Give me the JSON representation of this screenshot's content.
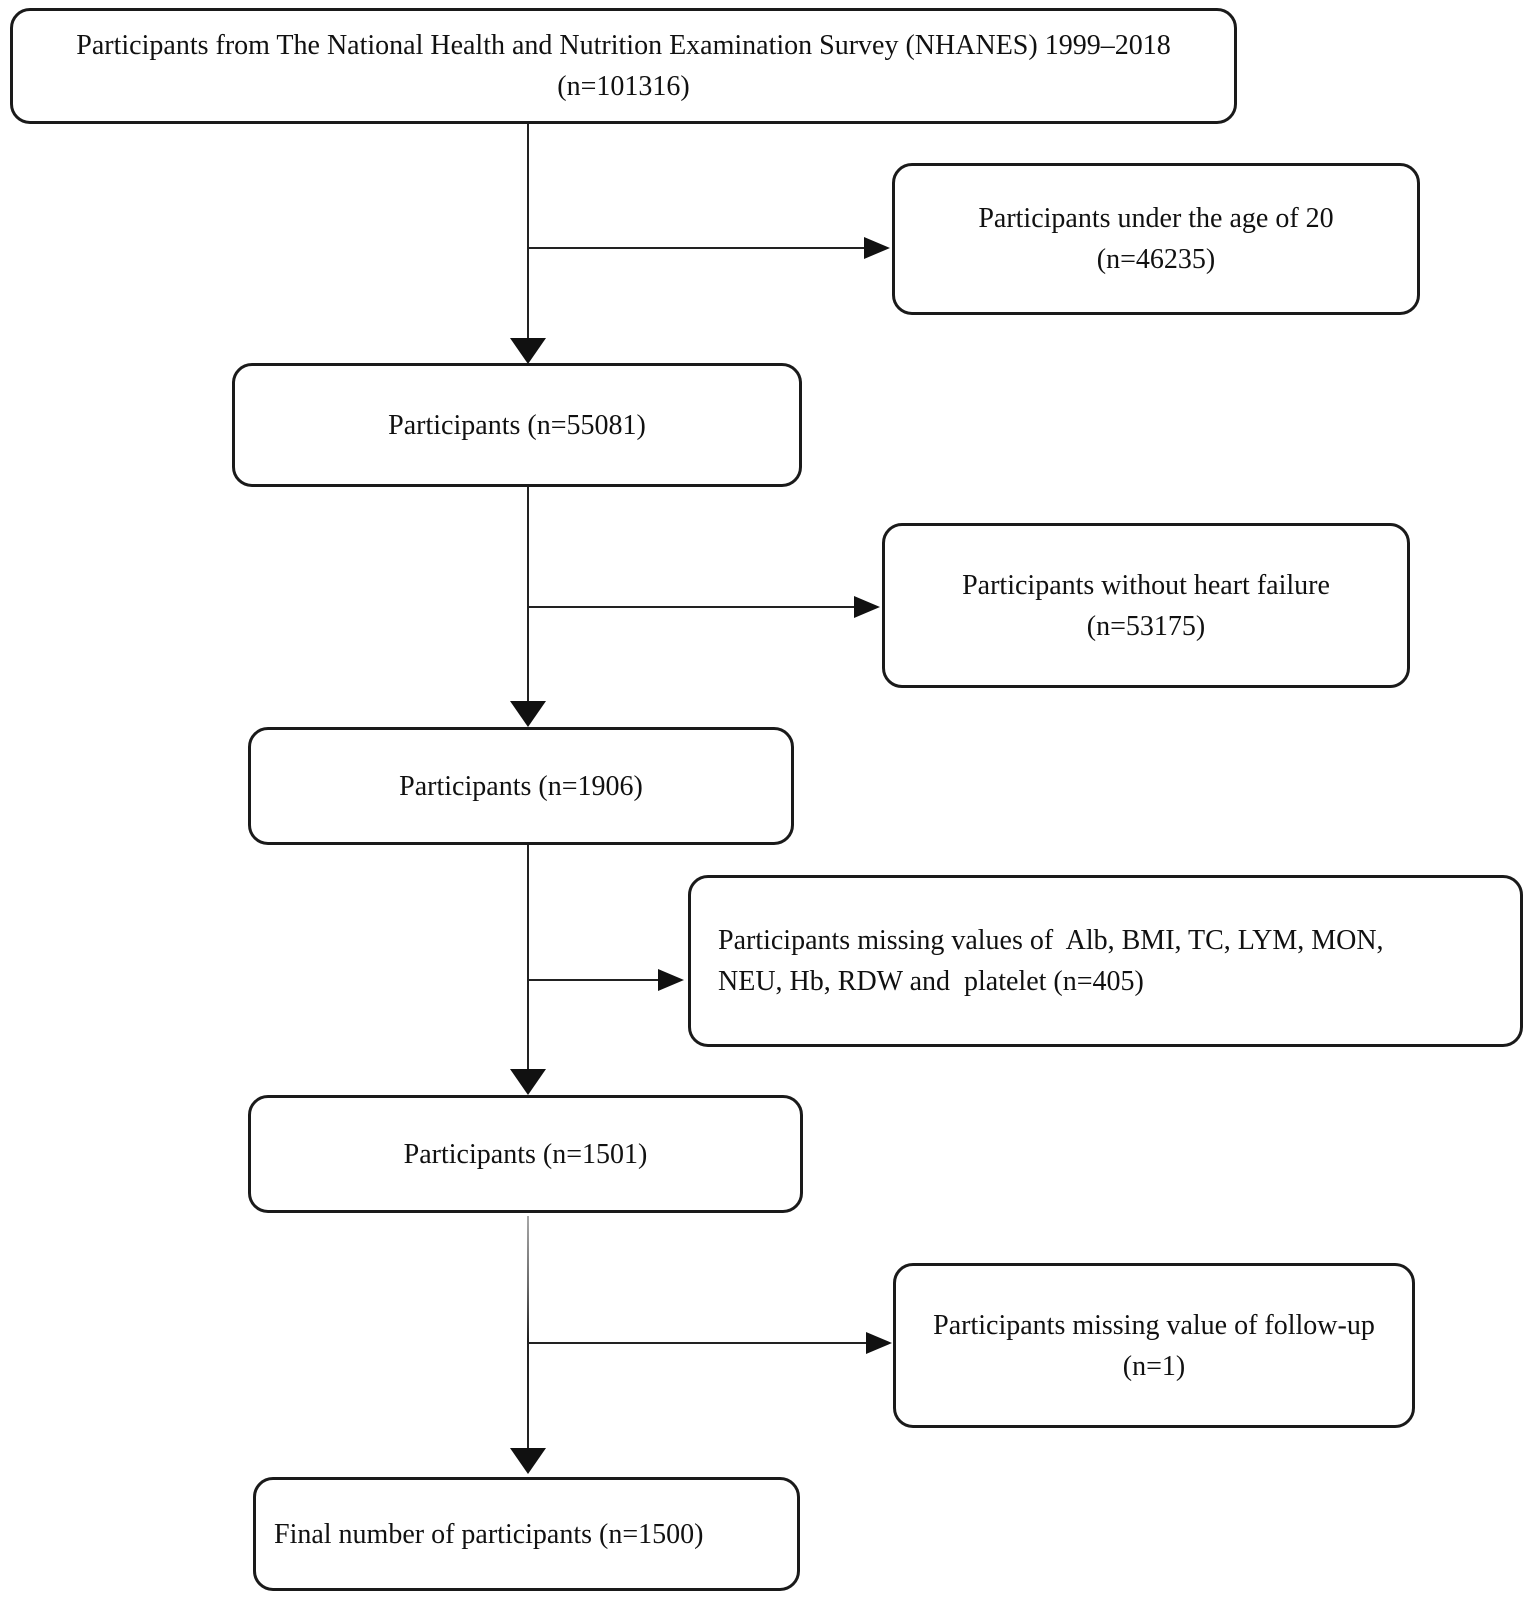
{
  "flow": {
    "nodes": [
      {
        "id": "nhanes-source",
        "lines": [
          "Participants from The National Health and Nutrition Examination Survey (NHANES) 1999–2018",
          "(n=101316)"
        ]
      },
      {
        "id": "excluded-under-20",
        "lines": [
          "Participants under the age of 20",
          "(n=46235)"
        ]
      },
      {
        "id": "participants-55081",
        "lines": [
          "Participants (n=55081)"
        ]
      },
      {
        "id": "excluded-no-heart-failure",
        "lines": [
          "Participants without heart failure",
          "(n=53175)"
        ]
      },
      {
        "id": "participants-1906",
        "lines": [
          "Participants (n=1906)"
        ]
      },
      {
        "id": "excluded-missing-labs",
        "lines": [
          "Participants missing values of  Alb, BMI, TC, LYM, MON,",
          "NEU, Hb, RDW and  platelet (n=405)"
        ]
      },
      {
        "id": "participants-1501",
        "lines": [
          "Participants (n=1501)"
        ]
      },
      {
        "id": "excluded-missing-followup",
        "lines": [
          "Participants missing value of follow-up",
          "(n=1)"
        ]
      },
      {
        "id": "final-participants-1500",
        "lines": [
          "Final number of participants (n=1500)"
        ]
      }
    ],
    "edges": [
      {
        "from": "nhanes-source",
        "to": "participants-55081",
        "type": "down-arrow"
      },
      {
        "from": "nhanes-source",
        "to": "excluded-under-20",
        "type": "right-branch-arrow"
      },
      {
        "from": "participants-55081",
        "to": "participants-1906",
        "type": "down-arrow"
      },
      {
        "from": "participants-55081",
        "to": "excluded-no-heart-failure",
        "type": "right-branch-arrow"
      },
      {
        "from": "participants-1906",
        "to": "participants-1501",
        "type": "down-arrow"
      },
      {
        "from": "participants-1906",
        "to": "excluded-missing-labs",
        "type": "right-branch-arrow"
      },
      {
        "from": "participants-1501",
        "to": "final-participants-1500",
        "type": "down-arrow"
      },
      {
        "from": "participants-1501",
        "to": "excluded-missing-followup",
        "type": "right-branch-arrow"
      }
    ],
    "colors": {
      "background": "#ffffff",
      "box_border": "#1a1a1a",
      "line": "#222222",
      "text": "#111111"
    }
  }
}
